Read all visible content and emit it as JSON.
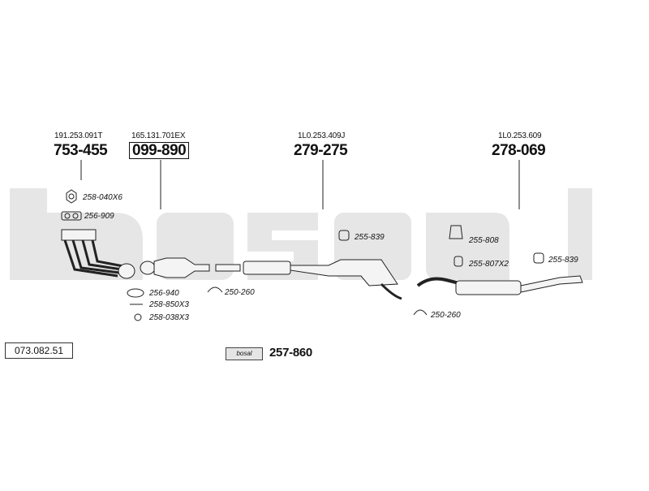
{
  "diagram": {
    "reference_code": "073.082.51",
    "brand": "bosal",
    "groups": [
      {
        "oe_number": "191.253.091T",
        "part_number": "753-455",
        "boxed": false
      },
      {
        "oe_number": "165.131.701EX",
        "part_number": "099-890",
        "boxed": true
      },
      {
        "oe_number": "1L0.253.409J",
        "part_number": "279-275",
        "boxed": false
      },
      {
        "oe_number": "1L0.253.609",
        "part_number": "278-069",
        "boxed": false
      }
    ],
    "fittings": [
      "258-040X6",
      "256-909",
      "256-940",
      "258-850X3",
      "258-038X3",
      "250-260",
      "255-839",
      "250-260",
      "255-808",
      "255-807X2",
      "255-839"
    ],
    "mounting_kit": {
      "label": "257-860"
    },
    "colors": {
      "watermark": "#e6e6e6",
      "line": "#222222"
    }
  }
}
